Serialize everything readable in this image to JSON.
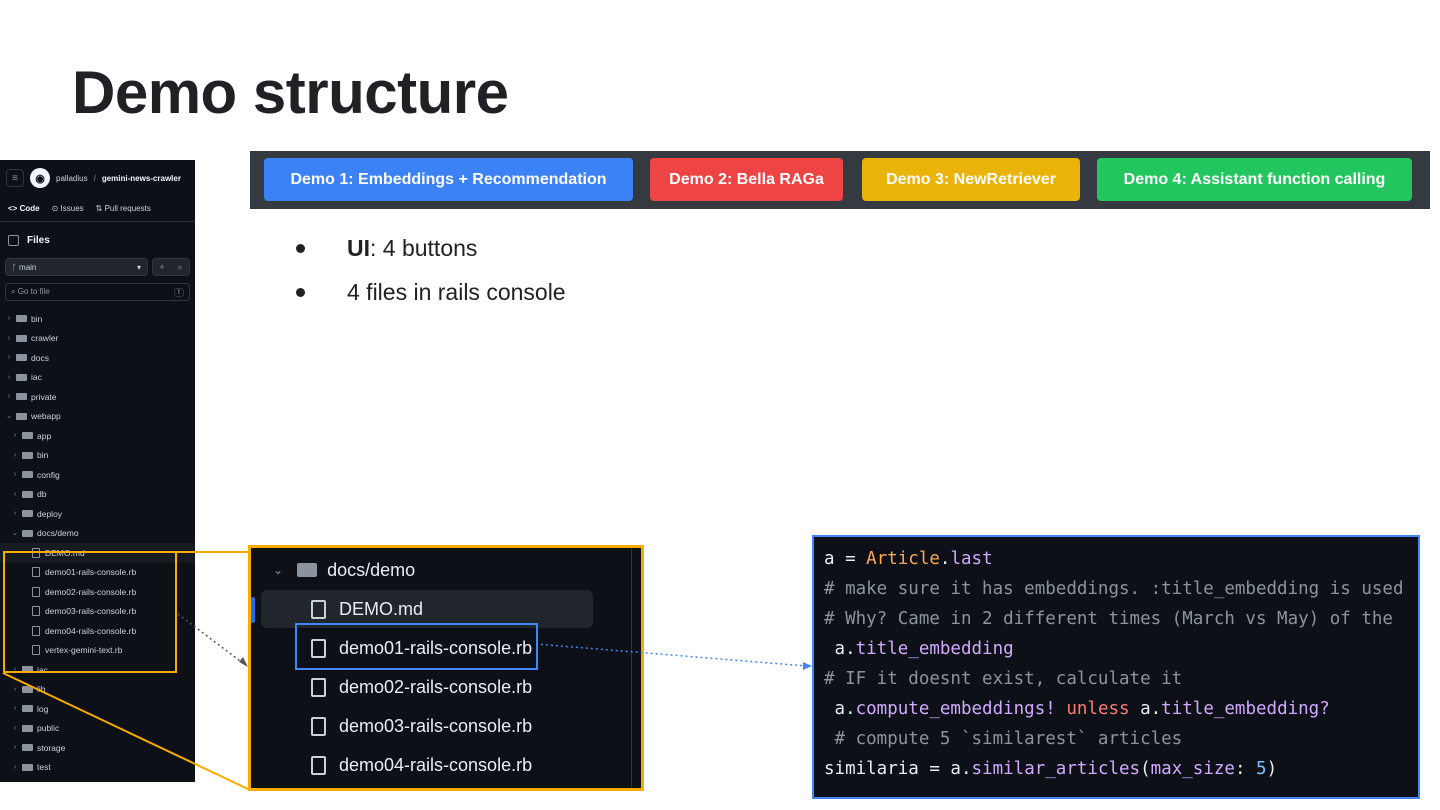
{
  "slide": {
    "title": "Demo structure"
  },
  "github": {
    "owner": "palladius",
    "separator": "/",
    "repo": "gemini-news-crawler",
    "tabs": [
      "Code",
      "Issues",
      "Pull requests"
    ],
    "files_label": "Files",
    "branch": "main",
    "goto_placeholder": "Go to file",
    "goto_key": "t",
    "tree": [
      {
        "name": "bin",
        "type": "folder",
        "depth": 0,
        "open": false
      },
      {
        "name": "crawler",
        "type": "folder",
        "depth": 0,
        "open": false
      },
      {
        "name": "docs",
        "type": "folder",
        "depth": 0,
        "open": false
      },
      {
        "name": "iac",
        "type": "folder",
        "depth": 0,
        "open": false
      },
      {
        "name": "private",
        "type": "folder",
        "depth": 0,
        "open": false
      },
      {
        "name": "webapp",
        "type": "folder",
        "depth": 0,
        "open": true
      },
      {
        "name": "app",
        "type": "folder",
        "depth": 1,
        "open": false
      },
      {
        "name": "bin",
        "type": "folder",
        "depth": 1,
        "open": false
      },
      {
        "name": "config",
        "type": "folder",
        "depth": 1,
        "open": false
      },
      {
        "name": "db",
        "type": "folder",
        "depth": 1,
        "open": false
      },
      {
        "name": "deploy",
        "type": "folder",
        "depth": 1,
        "open": false
      },
      {
        "name": "docs/demo",
        "type": "folder",
        "depth": 1,
        "open": true
      },
      {
        "name": "DEMO.md",
        "type": "file",
        "depth": 2,
        "selected": true
      },
      {
        "name": "demo01-rails-console.rb",
        "type": "file",
        "depth": 2
      },
      {
        "name": "demo02-rails-console.rb",
        "type": "file",
        "depth": 2
      },
      {
        "name": "demo03-rails-console.rb",
        "type": "file",
        "depth": 2
      },
      {
        "name": "demo04-rails-console.rb",
        "type": "file",
        "depth": 2
      },
      {
        "name": "vertex-gemini-text.rb",
        "type": "file",
        "depth": 2
      },
      {
        "name": "iac",
        "type": "folder",
        "depth": 1,
        "open": false
      },
      {
        "name": "lib",
        "type": "folder",
        "depth": 1,
        "open": false
      },
      {
        "name": "log",
        "type": "folder",
        "depth": 1,
        "open": false
      },
      {
        "name": "public",
        "type": "folder",
        "depth": 1,
        "open": false
      },
      {
        "name": "storage",
        "type": "folder",
        "depth": 1,
        "open": false
      },
      {
        "name": "test",
        "type": "folder",
        "depth": 1,
        "open": false
      }
    ]
  },
  "buttons": [
    {
      "label": "Demo 1: Embeddings + Recommendation",
      "color": "#3b82f6"
    },
    {
      "label": "Demo 2: Bella RAGa",
      "color": "#ef4444"
    },
    {
      "label": "Demo 3: NewRetriever",
      "color": "#eab308"
    },
    {
      "label": "Demo 4: Assistant function calling",
      "color": "#22c55e"
    }
  ],
  "bullets": {
    "b1_bold": "UI",
    "b1_rest": ": 4 buttons",
    "b2": "4 files in rails console"
  },
  "zoom": {
    "folder": "docs/demo",
    "files": [
      "DEMO.md",
      "demo01-rails-console.rb",
      "demo02-rails-console.rb",
      "demo03-rails-console.rb",
      "demo04-rails-console.rb"
    ]
  },
  "code": {
    "lines": [
      [
        [
          "",
          "a = "
        ],
        [
          "cls",
          "Article"
        ],
        [
          "",
          "."
        ],
        [
          "mth",
          "last"
        ]
      ],
      [
        [
          "cm",
          "# make sure it has embeddings. :title_embedding is used"
        ]
      ],
      [
        [
          "cm",
          "# Why? Came in 2 different times (March vs May) of the"
        ]
      ],
      [
        [
          "",
          " a."
        ],
        [
          "mth",
          "title_embedding"
        ]
      ],
      [
        [
          "cm",
          "# IF it doesnt exist, calculate it"
        ]
      ],
      [
        [
          "",
          " a."
        ],
        [
          "mth",
          "compute_embeddings!"
        ],
        [
          "",
          " "
        ],
        [
          "kw",
          "unless"
        ],
        [
          "",
          " a."
        ],
        [
          "mth",
          "title_embedding?"
        ]
      ],
      [
        [
          "cm",
          " # compute 5 `similarest` articles"
        ]
      ],
      [
        [
          "",
          "similaria = a."
        ],
        [
          "mth",
          "similar_articles"
        ],
        [
          "",
          "("
        ],
        [
          "mth",
          "max_size"
        ],
        [
          "",
          ": "
        ],
        [
          "num",
          "5"
        ],
        [
          "",
          ")"
        ]
      ]
    ]
  }
}
